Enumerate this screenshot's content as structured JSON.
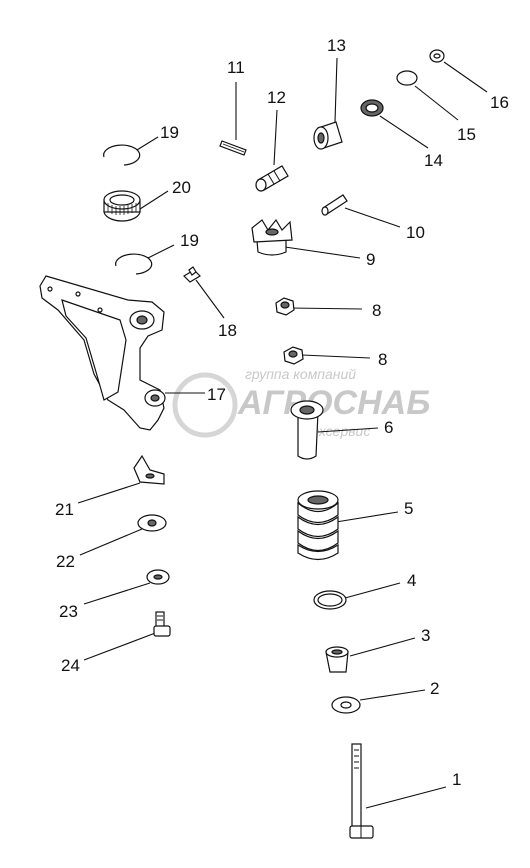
{
  "watermark": {
    "line1": "группа компаний",
    "line2": "АГРОСНАБ",
    "line3": "техсервис"
  },
  "callouts": [
    {
      "id": "c1",
      "label": "1"
    },
    {
      "id": "c2",
      "label": "2"
    },
    {
      "id": "c3",
      "label": "3"
    },
    {
      "id": "c4",
      "label": "4"
    },
    {
      "id": "c5",
      "label": "5"
    },
    {
      "id": "c6",
      "label": "6"
    },
    {
      "id": "c8a",
      "label": "8"
    },
    {
      "id": "c8b",
      "label": "8"
    },
    {
      "id": "c9",
      "label": "9"
    },
    {
      "id": "c10",
      "label": "10"
    },
    {
      "id": "c11",
      "label": "11"
    },
    {
      "id": "c12",
      "label": "12"
    },
    {
      "id": "c13",
      "label": "13"
    },
    {
      "id": "c14",
      "label": "14"
    },
    {
      "id": "c15",
      "label": "15"
    },
    {
      "id": "c16",
      "label": "16"
    },
    {
      "id": "c17",
      "label": "17"
    },
    {
      "id": "c18",
      "label": "18"
    },
    {
      "id": "c19a",
      "label": "19"
    },
    {
      "id": "c19b",
      "label": "19"
    },
    {
      "id": "c20",
      "label": "20"
    },
    {
      "id": "c21",
      "label": "21"
    },
    {
      "id": "c22",
      "label": "22"
    },
    {
      "id": "c23",
      "label": "23"
    },
    {
      "id": "c24",
      "label": "24"
    }
  ]
}
